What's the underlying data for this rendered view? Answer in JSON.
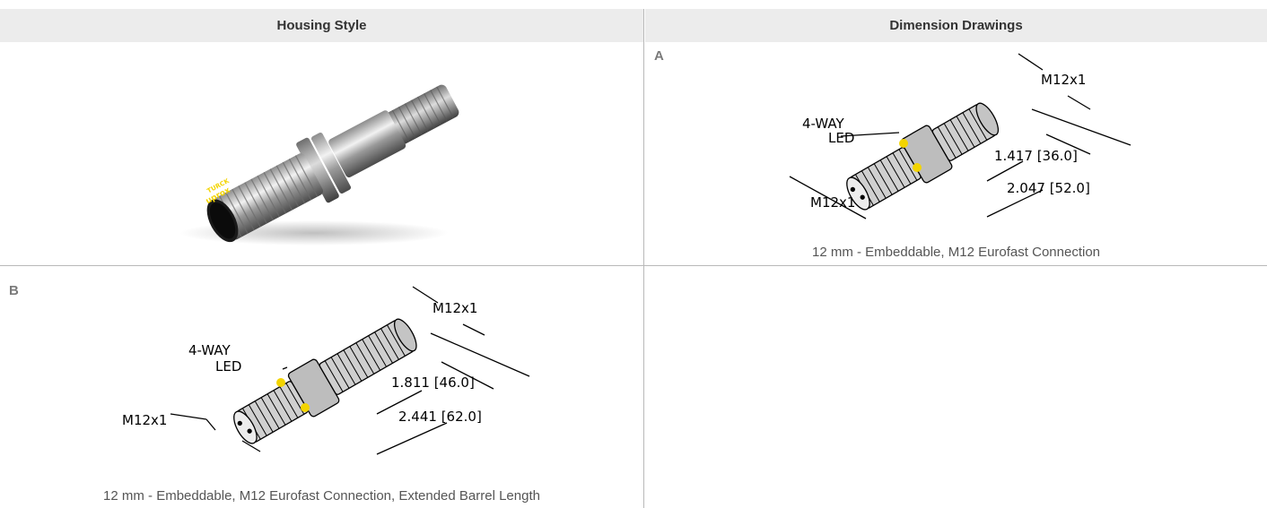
{
  "table": {
    "headers": {
      "housing_style": "Housing Style",
      "dimension_drawings": "Dimension Drawings"
    }
  },
  "photo": {
    "logo_top": "TURCK",
    "logo_bottom": "uprox"
  },
  "drawing_a": {
    "label": "A",
    "thread_top": "M12x1",
    "thread_front": "M12x1",
    "led": [
      "4-WAY",
      "LED"
    ],
    "dim1": "1.417  [36.0]",
    "dim2": "2.047  [52.0]",
    "caption": "12 mm - Embeddable, M12 Eurofast Connection"
  },
  "drawing_b": {
    "label": "B",
    "thread_top": "M12x1",
    "thread_front": "M12x1",
    "led": [
      "4-WAY",
      "LED"
    ],
    "dim1": "1.811  [46.0]",
    "dim2": "2.441  [62.0]",
    "caption": "12 mm - Embeddable, M12 Eurofast Connection, Extended Barrel Length"
  },
  "colors": {
    "header_bg": "#ececec",
    "led": "#f3d400",
    "metal": "#c9c9c9"
  }
}
